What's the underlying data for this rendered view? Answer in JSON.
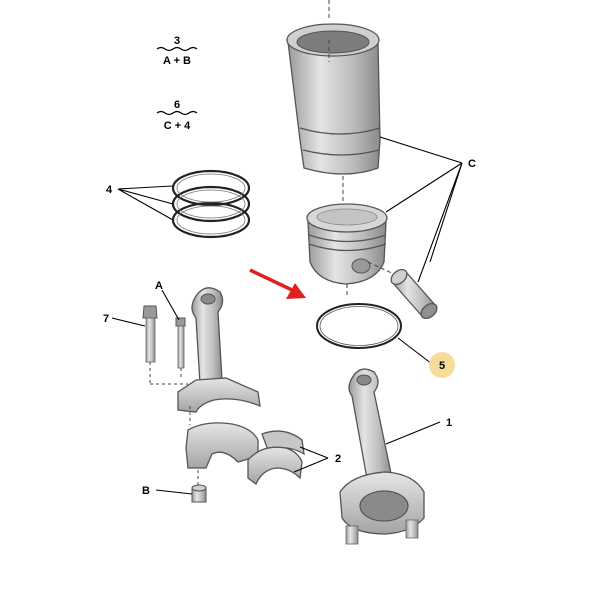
{
  "legend": {
    "fraction_1": {
      "numerator": "3",
      "denominator": "A + B"
    },
    "fraction_2": {
      "numerator": "6",
      "denominator": "C + 4"
    }
  },
  "callouts": {
    "c": "C",
    "four": "4",
    "five": "5",
    "one": "1",
    "two": "2",
    "seven": "7",
    "a": "A",
    "b": "B"
  },
  "colors": {
    "highlight_badge": "#f5dc9a",
    "pointer_arrow": "#e02020",
    "metal_light": "#d9d9d9",
    "metal_mid": "#b8b8b8",
    "metal_dark": "#8c8c8c",
    "ring": "#222222"
  }
}
